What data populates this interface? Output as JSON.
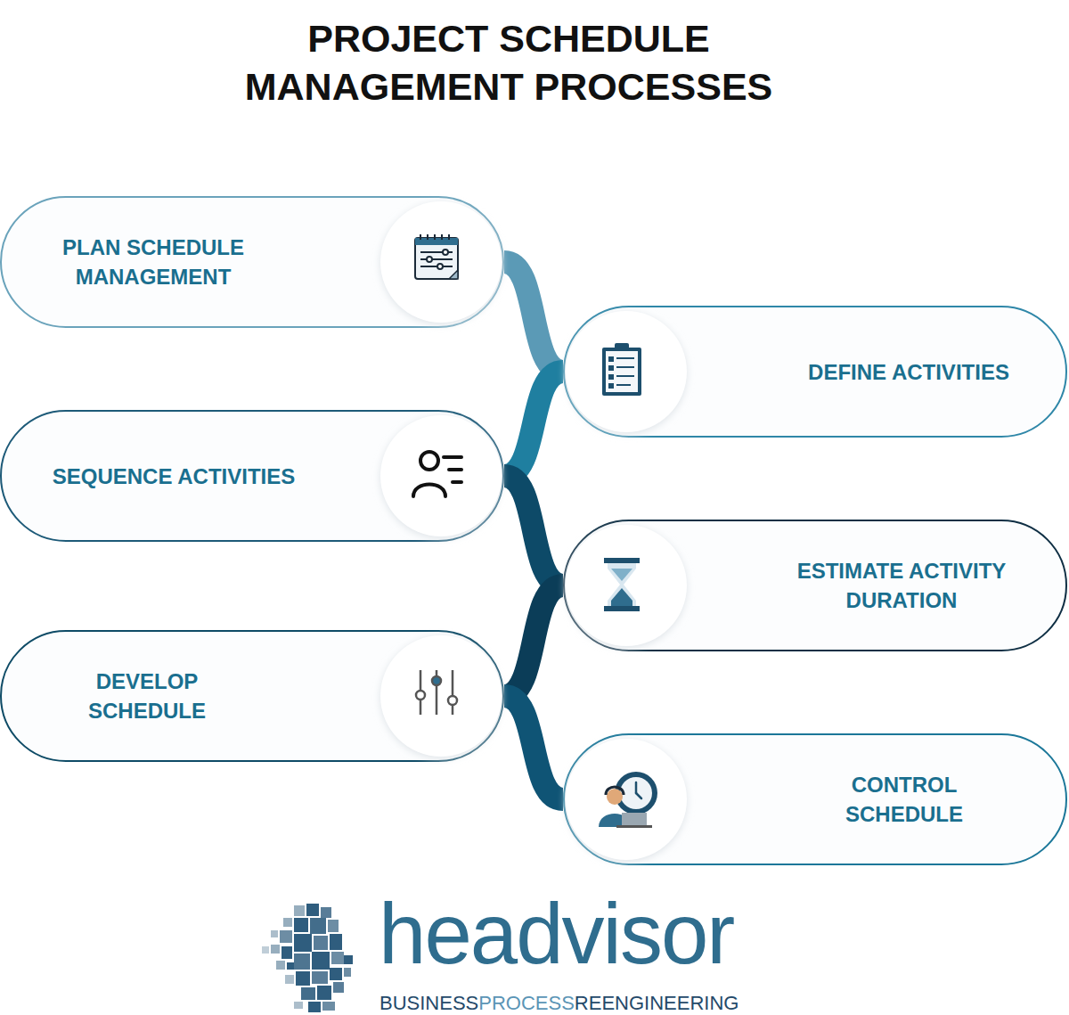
{
  "diagram": {
    "title": "PROJECT SCHEDULE MANAGEMENT PROCESSES",
    "nodes": [
      {
        "text": [
          "PLAN SCHEDULE MANAGEMENT"
        ]
      },
      {
        "text": [
          "DEFINE ACTIVITIES"
        ]
      },
      {
        "text": [
          "SEQUENCE ACTIVITIES"
        ]
      },
      {
        "text": [
          "ESTIMATE ACTIVITY DURATION"
        ]
      },
      {
        "text": [
          "DEVELOP SCHEDULE"
        ]
      },
      {
        "text": [
          "CONTROL SCHEDULE"
        ]
      }
    ],
    "edges": [
      {
        "from": 0,
        "to": 1,
        "arrow": "none"
      },
      {
        "from": 1,
        "to": 2,
        "arrow": "none"
      },
      {
        "from": 2,
        "to": 3,
        "arrow": "none"
      },
      {
        "from": 3,
        "to": 4,
        "arrow": "none"
      },
      {
        "from": 4,
        "to": 5,
        "arrow": "none"
      }
    ],
    "labels": [
      "headvisor",
      "BUSINESS",
      "PROCESS",
      "REENGINEERING"
    ]
  }
}
